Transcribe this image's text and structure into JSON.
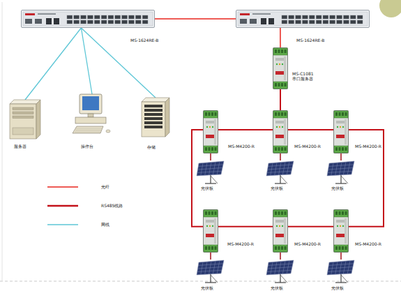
{
  "diagram": {
    "nodes": [
      {
        "text": [
          "MS-1624RE-B"
        ]
      },
      {
        "text": [
          "MS-1624RE-B"
        ]
      },
      {
        "text": [
          "MS-C1081 串口服务器"
        ]
      },
      {
        "text": [
          "服务器"
        ]
      },
      {
        "text": [
          "操作台"
        ]
      },
      {
        "text": [
          "存储"
        ]
      },
      {
        "text": [
          "MS-M4200-R"
        ]
      },
      {
        "text": [
          "MS-M4200-R"
        ]
      },
      {
        "text": [
          "MS-M4200-R"
        ]
      },
      {
        "text": [
          "光伏板"
        ]
      },
      {
        "text": [
          "光伏板"
        ]
      },
      {
        "text": [
          "光伏板"
        ]
      },
      {
        "text": [
          "MS-M4200-R"
        ]
      },
      {
        "text": [
          "MS-M4200-R"
        ]
      },
      {
        "text": [
          "MS-M4200-R"
        ]
      },
      {
        "text": [
          "光伏板"
        ]
      },
      {
        "text": [
          "光伏板"
        ]
      },
      {
        "text": [
          "光伏板"
        ]
      }
    ],
    "edges": [
      {
        "from": 0,
        "to": 1,
        "arrow": "none"
      },
      {
        "from": 0,
        "to": 3,
        "arrow": "none"
      },
      {
        "from": 0,
        "to": 4,
        "arrow": "none"
      },
      {
        "from": 0,
        "to": 5,
        "arrow": "none"
      },
      {
        "from": 1,
        "to": 2,
        "arrow": "none"
      },
      {
        "from": 2,
        "to": 7,
        "arrow": "none"
      },
      {
        "from": 6,
        "to": 7,
        "arrow": "none"
      },
      {
        "from": 7,
        "to": 8,
        "arrow": "none"
      },
      {
        "from": 8,
        "to": 14,
        "arrow": "none"
      },
      {
        "from": 14,
        "to": 13,
        "arrow": "none"
      },
      {
        "from": 13,
        "to": 12,
        "arrow": "none"
      },
      {
        "from": 12,
        "to": 6,
        "arrow": "none"
      },
      {
        "from": 6,
        "to": 9,
        "arrow": "none"
      },
      {
        "from": 7,
        "to": 10,
        "arrow": "none"
      },
      {
        "from": 8,
        "to": 11,
        "arrow": "none"
      },
      {
        "from": 12,
        "to": 15,
        "arrow": "none"
      },
      {
        "from": 13,
        "to": 16,
        "arrow": "none"
      },
      {
        "from": 14,
        "to": 17,
        "arrow": "none"
      }
    ],
    "legend": [
      {
        "text": "光纤"
      },
      {
        "text": "RS485线路"
      },
      {
        "text": "网线"
      }
    ]
  }
}
